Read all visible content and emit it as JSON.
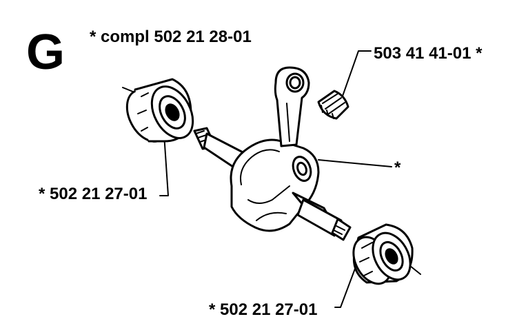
{
  "section_letter": "G",
  "assembly_label": "*  compl 502 21 28-01",
  "needle_bearing_label": "503 41 41-01  *",
  "crankshaft_note": "*",
  "main_bearing_left_label": "*  502 21 27-01",
  "main_bearing_right_label": "*  502 21 27-01"
}
